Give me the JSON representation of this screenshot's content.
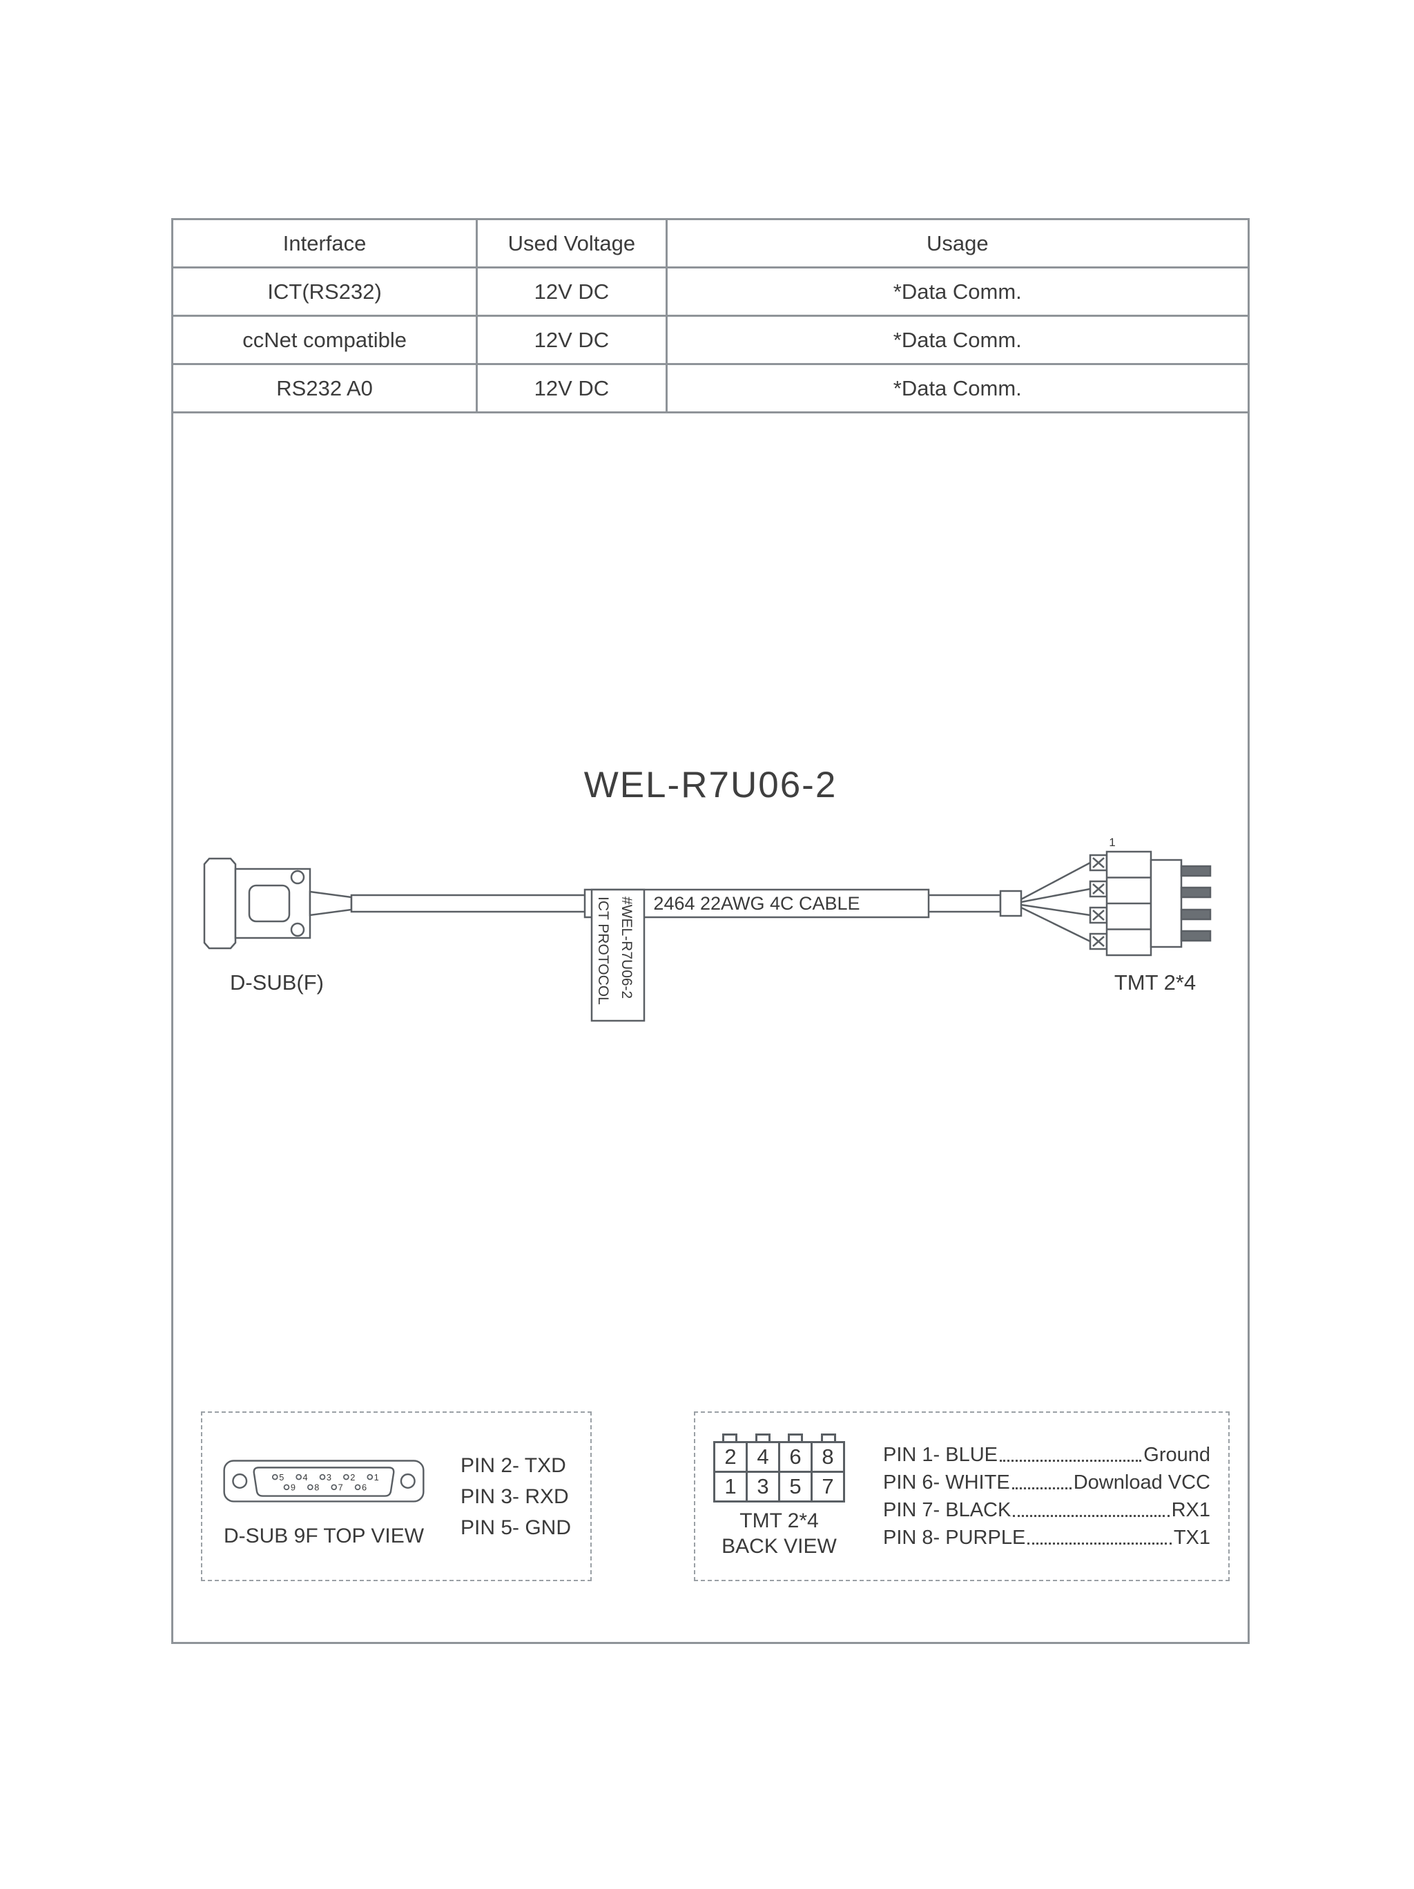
{
  "colors": {
    "frame_border": "#8f9499",
    "drawing_stroke": "#5a5f64",
    "text": "#3a3a3a"
  },
  "title": "WEL-R7U06-2",
  "spec_table": {
    "headers": [
      "Interface",
      "Used Voltage",
      "Usage"
    ],
    "rows": [
      [
        "ICT(RS232)",
        "12V DC",
        "*Data Comm."
      ],
      [
        "ccNet compatible",
        "12V DC",
        "*Data Comm."
      ],
      [
        "RS232 A0",
        "12V DC",
        "*Data Comm."
      ]
    ]
  },
  "cable_diagram": {
    "left_connector_label": "D-SUB(F)",
    "right_connector_label": "TMT 2*4",
    "cable_label": "2464 22AWG 4C CABLE",
    "tag_line1": "ICT PROTOCOL",
    "tag_line2": "#WEL-R7U06-2",
    "pin1_marker": "1"
  },
  "dsub_view": {
    "caption": "D-SUB 9F TOP VIEW",
    "top_row_pins": [
      "5",
      "4",
      "3",
      "2",
      "1"
    ],
    "bottom_row_pins": [
      "9",
      "8",
      "7",
      "6"
    ],
    "signals": [
      "PIN 2- TXD",
      "PIN 3- RXD",
      "PIN 5- GND"
    ]
  },
  "tmt_view": {
    "caption_line1": "TMT 2*4",
    "caption_line2": "BACK VIEW",
    "grid_top": [
      "2",
      "4",
      "6",
      "8"
    ],
    "grid_bottom": [
      "1",
      "3",
      "5",
      "7"
    ],
    "wires": [
      {
        "pin": "PIN 1- BLUE",
        "signal": "Ground"
      },
      {
        "pin": "PIN 6- WHITE",
        "signal": "Download VCC"
      },
      {
        "pin": "PIN 7- BLACK",
        "signal": "RX1"
      },
      {
        "pin": "PIN 8- PURPLE",
        "signal": "TX1"
      }
    ]
  }
}
